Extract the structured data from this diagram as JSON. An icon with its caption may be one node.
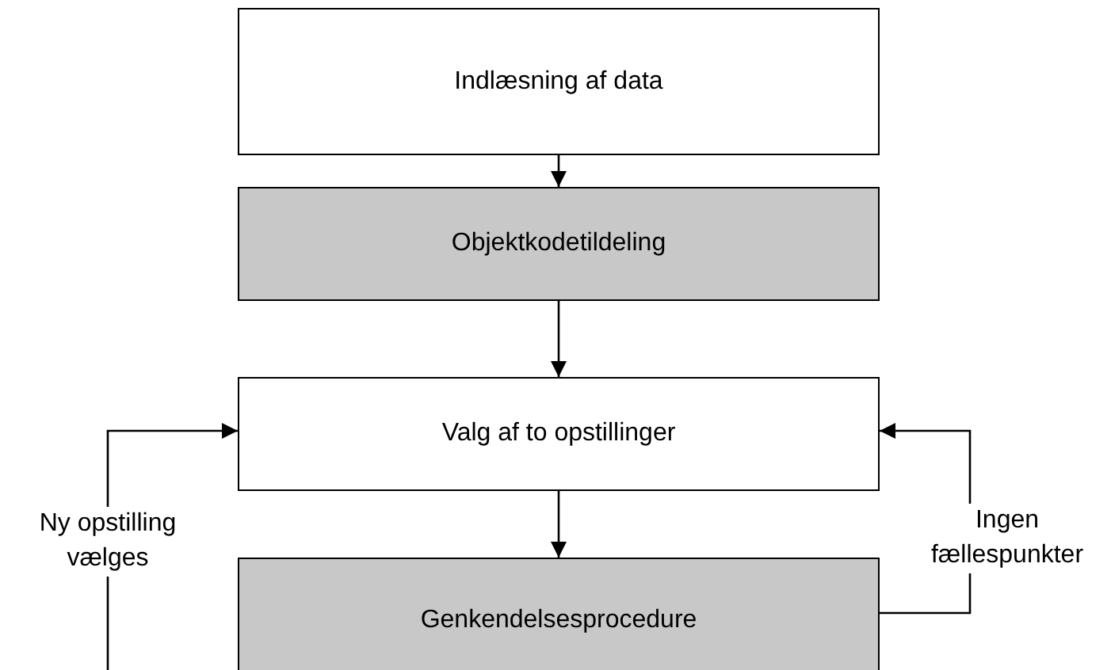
{
  "diagram": {
    "nodes": [
      {
        "text": [
          "Indlæsning af data"
        ]
      },
      {
        "text": [
          "Objektkodetildeling"
        ]
      },
      {
        "text": [
          "Valg af to opstillinger"
        ]
      },
      {
        "text": [
          "Genkendelsesprocedure"
        ]
      }
    ],
    "edges": [
      {
        "from": 0,
        "to": 1,
        "arrow": "to"
      },
      {
        "from": 1,
        "to": 2,
        "arrow": "to"
      },
      {
        "from": 2,
        "to": 3,
        "arrow": "to"
      },
      {
        "from": 3,
        "to": 2,
        "arrow": "to",
        "label": "Ingen fællespunkter"
      },
      {
        "from": null,
        "to": 2,
        "arrow": "to",
        "label": "Ny opstilling vælges"
      }
    ]
  }
}
